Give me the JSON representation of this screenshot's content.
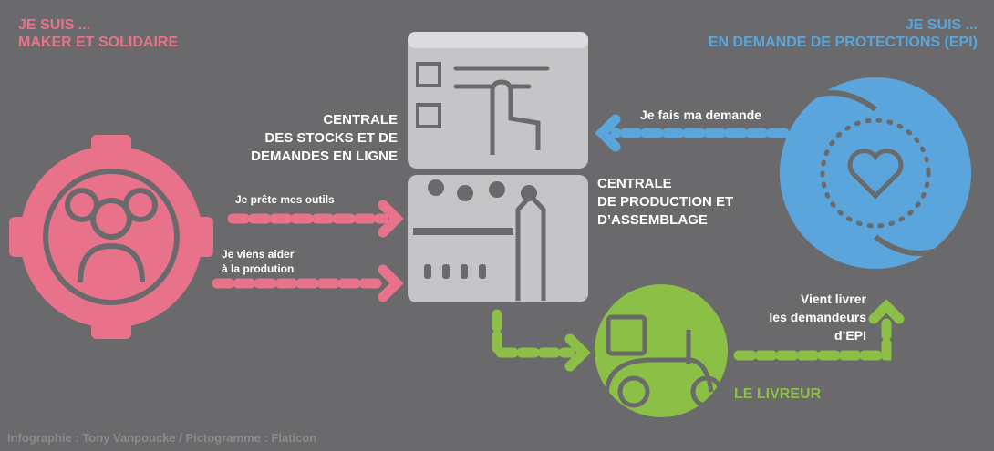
{
  "colors": {
    "background": "#6a6a6c",
    "maker": "#e8728a",
    "requester": "#5aa5dc",
    "delivery": "#8cbf45",
    "central": "#c5c5c7"
  },
  "maker": {
    "line1": "JE SUIS ...",
    "line2": "MAKER ET SOLIDAIRE",
    "icon": "gear-people-icon"
  },
  "requester": {
    "line1": "JE SUIS ...",
    "line2": "EN DEMANDE DE PROTECTIONS (EPI)",
    "icon": "hands-heart-icon"
  },
  "stock_center": {
    "line1": "CENTRALE",
    "line2": "DES STOCKS ET DE",
    "line3": "DEMANDES EN LIGNE",
    "icon": "checklist-screen-icon"
  },
  "production_center": {
    "line1": "CENTRALE",
    "line2": "DE PRODUCTION ET",
    "line3": "D’ASSEMBLAGE",
    "icon": "factory-icon"
  },
  "delivery": {
    "label": "LE LIVREUR",
    "icon": "scooter-icon"
  },
  "arrows": {
    "lend_tools": "Je prête mes outils",
    "help_production_1": "Je viens aider",
    "help_production_2": "à la prodution",
    "request": "Je fais ma demande",
    "deliver_1": "Vient livrer",
    "deliver_2": "les demandeurs",
    "deliver_3": "d’EPI"
  },
  "credits": "Infographie : Tony Vanpoucke / Pictogramme : Flaticon"
}
